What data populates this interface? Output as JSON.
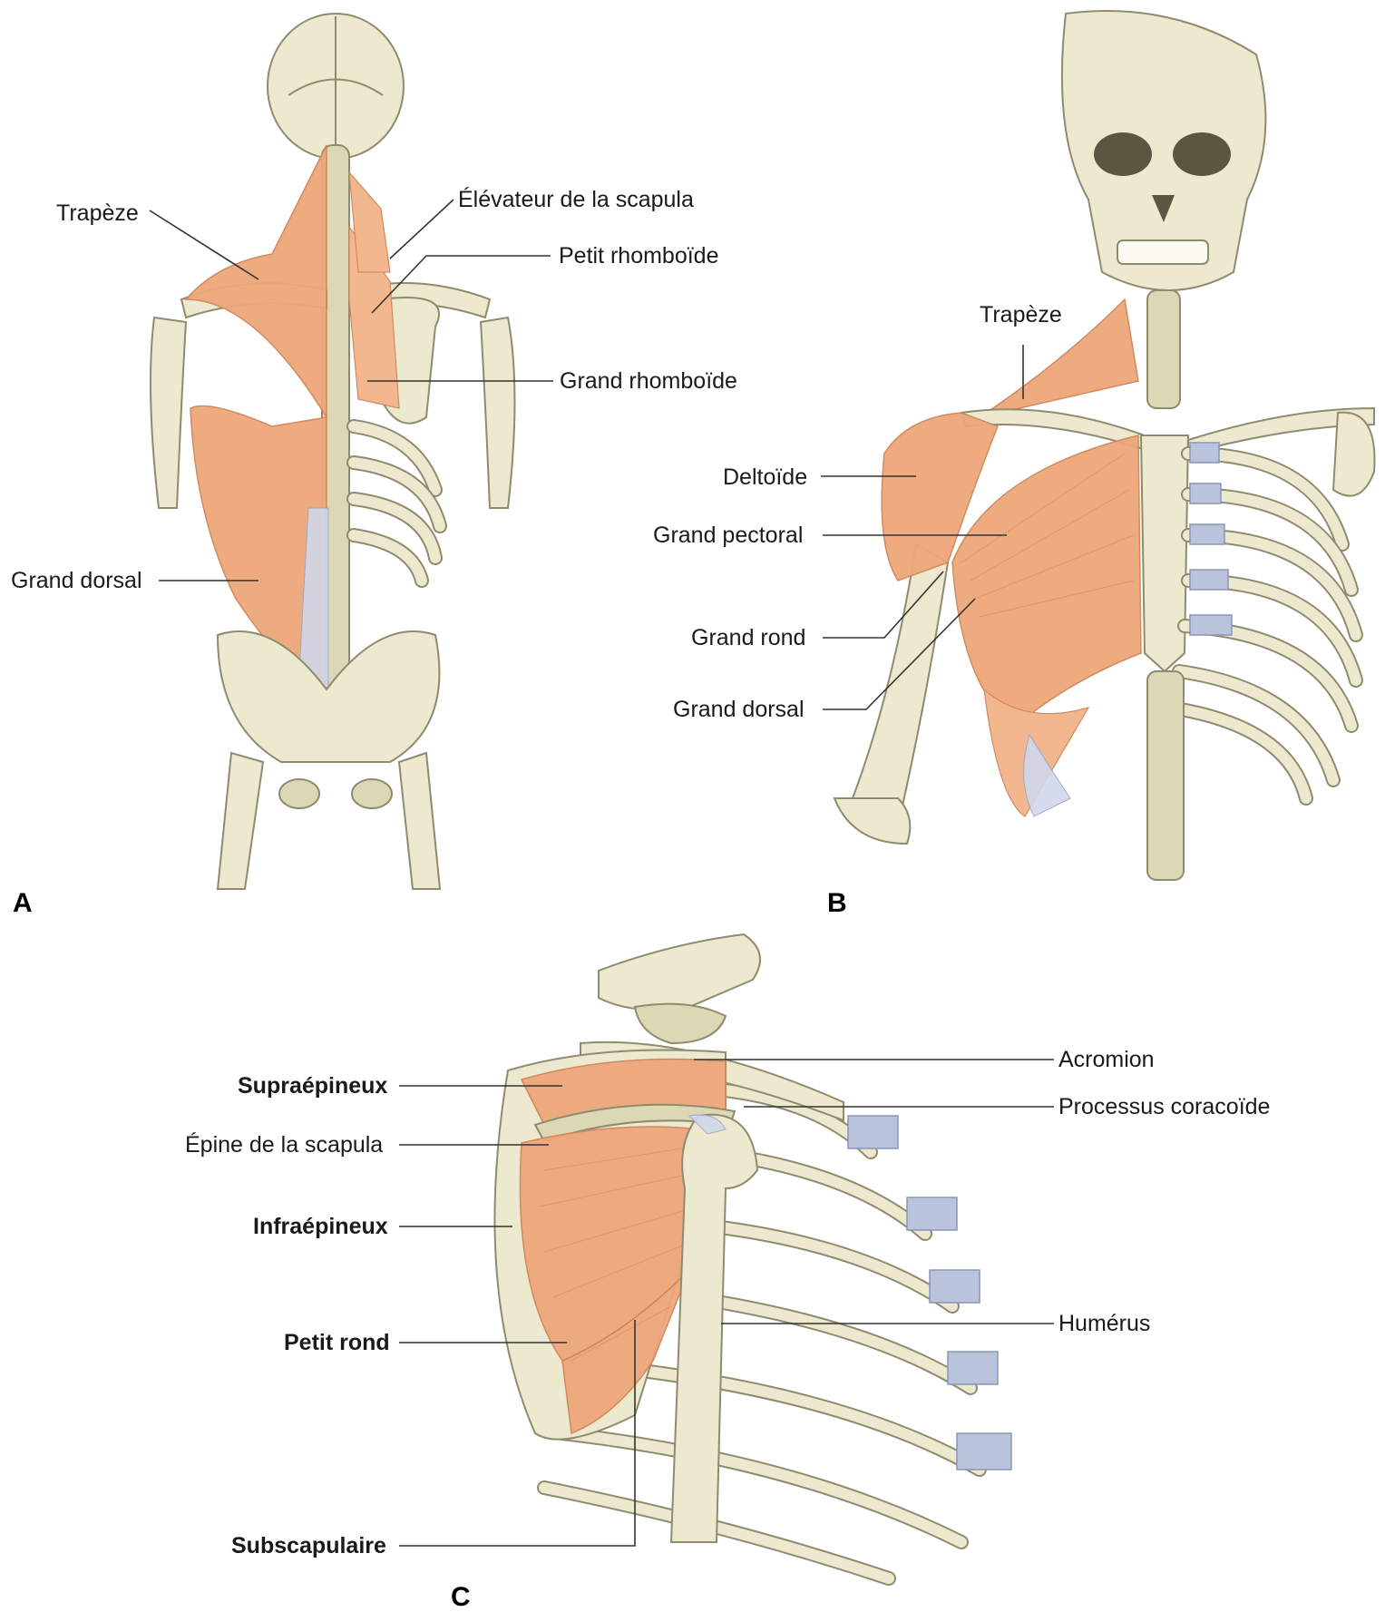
{
  "panels": {
    "a": "A",
    "b": "B",
    "c": "C"
  },
  "labels_a": {
    "trapeze": "Trapèze",
    "elevateur": "Élévateur de la scapula",
    "petit_rhomboide": "Petit rhomboïde",
    "grand_rhomboide": "Grand rhomboïde",
    "grand_dorsal": "Grand dorsal"
  },
  "labels_b": {
    "trapeze": "Trapèze",
    "deltoide": "Deltoïde",
    "grand_pectoral": "Grand pectoral",
    "grand_rond": "Grand rond",
    "grand_dorsal": "Grand dorsal"
  },
  "labels_c": {
    "supraepineux": "Supraépineux",
    "epine": "Épine de la scapula",
    "infraepineux": "Infraépineux",
    "petit_rond": "Petit rond",
    "subscapulaire": "Subscapulaire",
    "acromion": "Acromion",
    "coracoide": "Processus coracoïde",
    "humerus": "Humérus"
  },
  "colors": {
    "muscle": "#eea77a",
    "bone": "#ece9cf",
    "cartilage": "#b9c3dc"
  }
}
